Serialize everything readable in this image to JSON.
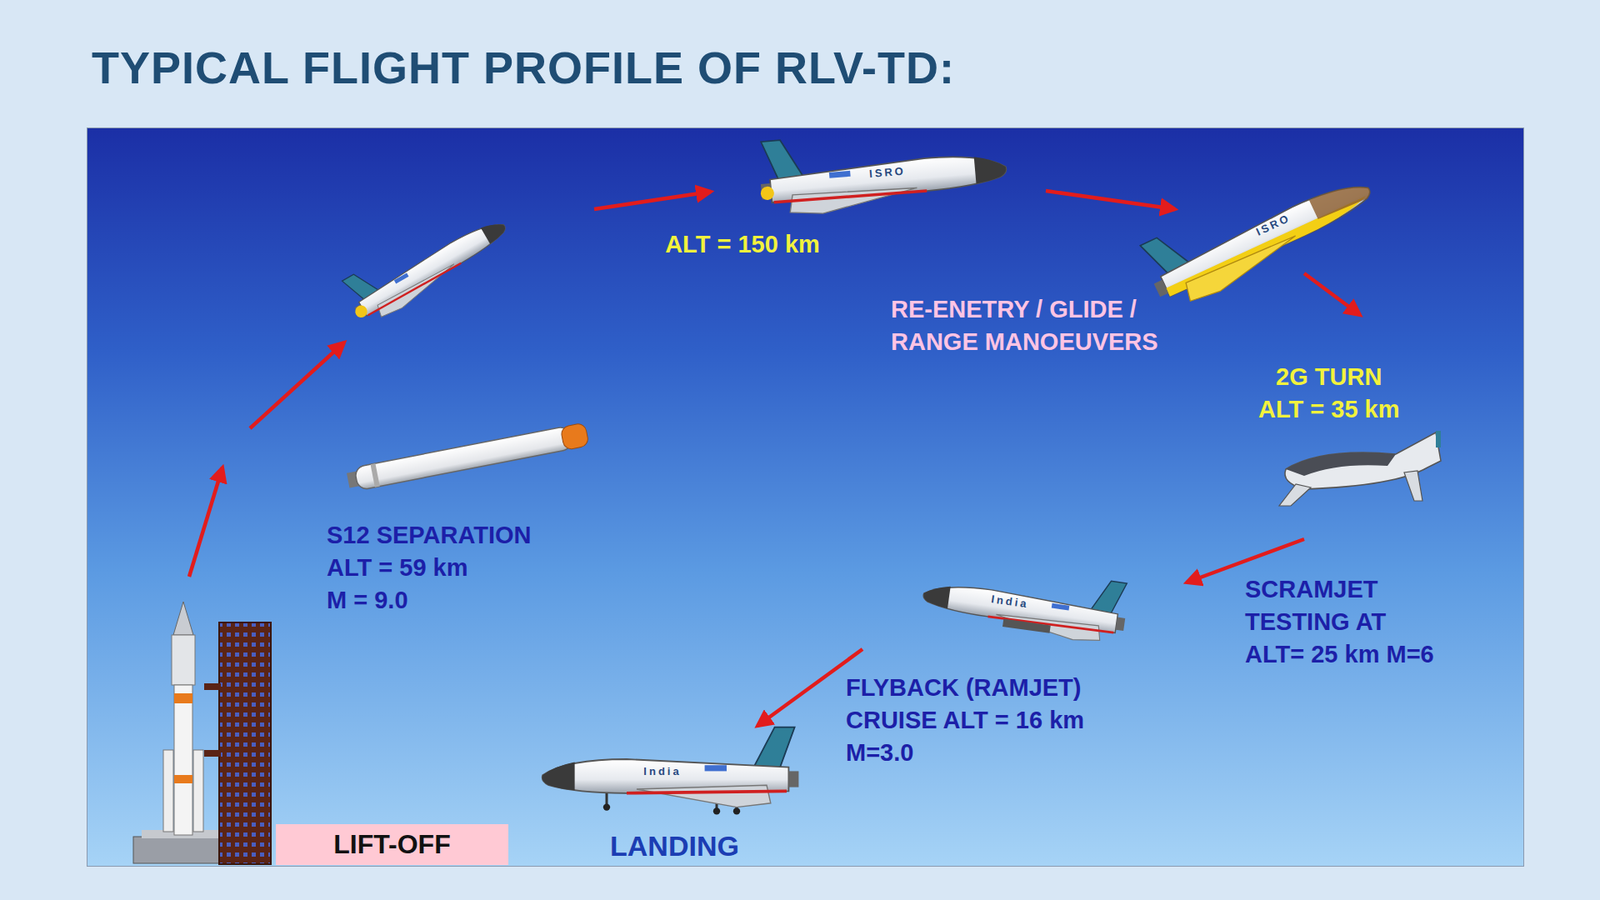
{
  "diagram": {
    "title": "TYPICAL FLIGHT PROFILE OF RLV-TD:",
    "nodes": [
      {
        "text": [
          "LIFT-OFF"
        ]
      }
    ],
    "labels": [
      "ALT = 150 km",
      "ISRO",
      "RE-ENETRY / GLIDE / RANGE MANOEUVERS",
      "ISRO",
      "2G TURN ALT = 35 km",
      "S12 SEPARATION ALT = 59 km M = 9.0",
      "India",
      "SCRAMJET TESTING AT ALT= 25 km M=6",
      "FLYBACK (RAMJET) CRUISE ALT = 16 km M=3.0",
      "India",
      "LANDING"
    ]
  }
}
